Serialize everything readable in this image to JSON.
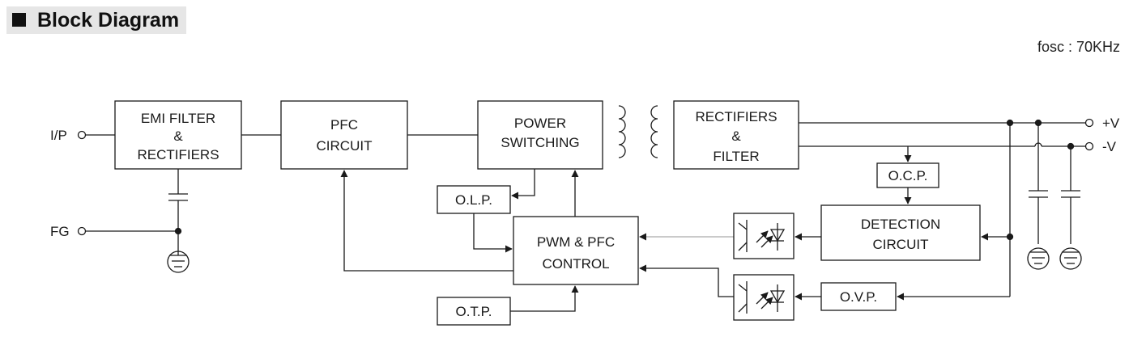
{
  "header": {
    "title": "Block Diagram"
  },
  "fosc_label": "fosc : 70KHz",
  "labels": {
    "input": "I/P",
    "fg": "FG",
    "out_pos": "+V",
    "out_neg": "-V"
  },
  "blocks": {
    "emi": [
      "EMI FILTER",
      "&",
      "RECTIFIERS"
    ],
    "pfc": [
      "PFC",
      "CIRCUIT"
    ],
    "power_switching": [
      "POWER",
      "SWITCHING"
    ],
    "rectifiers_filter": [
      "RECTIFIERS",
      "&",
      "FILTER"
    ],
    "olp": [
      "O.L.P."
    ],
    "pwm": [
      "PWM & PFC",
      "CONTROL"
    ],
    "otp": [
      "O.T.P."
    ],
    "ocp": [
      "O.C.P."
    ],
    "detection": [
      "DETECTION",
      "CIRCUIT"
    ],
    "ovp": [
      "O.V.P."
    ]
  },
  "colors": {
    "line": "#1a1a1a",
    "header_bg": "#e6e6e6",
    "feedback_line": "#aaaaaa"
  }
}
